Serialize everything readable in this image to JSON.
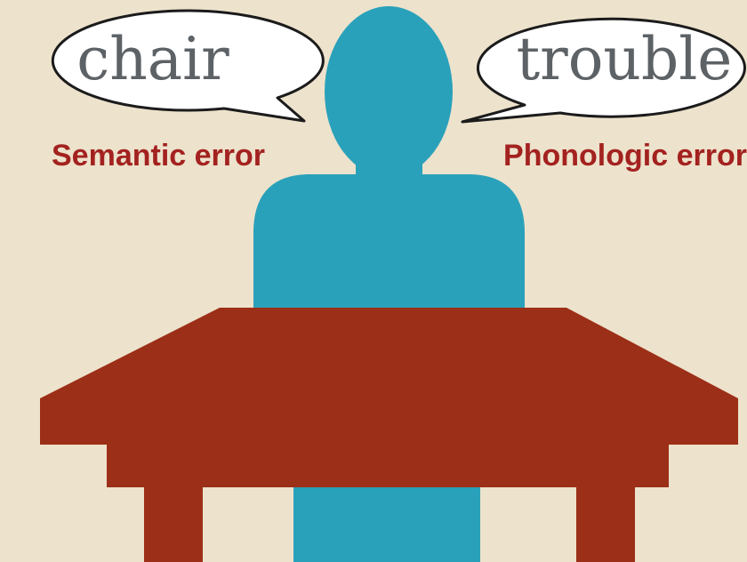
{
  "bubbles": {
    "left": {
      "word": "chair",
      "label": "Semantic error"
    },
    "right": {
      "word": "trouble",
      "label": "Phonologic error"
    }
  },
  "colors": {
    "background": "#ede2cc",
    "person": "#2aa1ba",
    "table": "#9c2f17",
    "label": "#a3221f",
    "bubble_fill": "#ffffff",
    "bubble_outline": "#1b1b1b",
    "word": "#5d6266"
  }
}
